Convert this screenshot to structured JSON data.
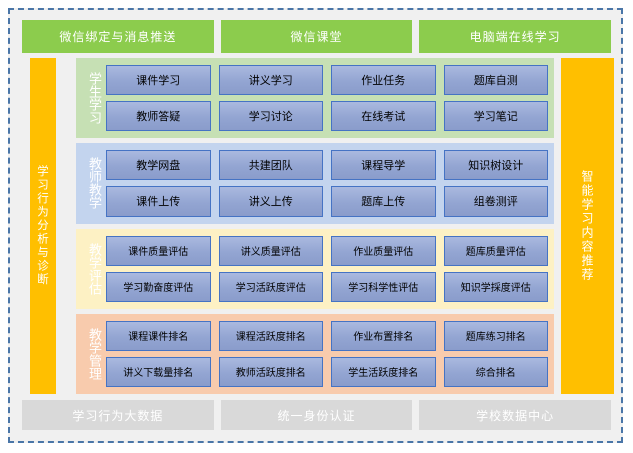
{
  "frame": {
    "border_color": "#4a76a8",
    "background": "#f0f0f0"
  },
  "top_bars": {
    "color": "#8ccc4d",
    "items": [
      {
        "label": "微信绑定与消息推送"
      },
      {
        "label": "微信课堂"
      },
      {
        "label": "电脑端在线学习"
      }
    ]
  },
  "side_columns": {
    "color": "#ffbf00",
    "left": {
      "label": "学习行为分析与诊断"
    },
    "right": {
      "label": "智能学习内容推荐"
    }
  },
  "sections": [
    {
      "key": "students",
      "label": "学生学习",
      "background": "#c6e0b4",
      "buttons": [
        "课件学习",
        "讲义学习",
        "作业任务",
        "题库自测",
        "教师答疑",
        "学习讨论",
        "在线考试",
        "学习笔记"
      ]
    },
    {
      "key": "teachers",
      "label": "教师教学",
      "background": "#c3d4ee",
      "buttons": [
        "教学网盘",
        "共建团队",
        "课程导学",
        "知识树设计",
        "课件上传",
        "讲义上传",
        "题库上传",
        "组卷测评"
      ]
    },
    {
      "key": "evaluation",
      "label": "教学评估",
      "background": "#fdf1c4",
      "buttons": [
        "课件质量评估",
        "讲义质量评估",
        "作业质量评估",
        "题库质量评估",
        "学习勤奋度评估",
        "学习活跃度评估",
        "学习科学性评估",
        "知识学採度评估"
      ]
    },
    {
      "key": "management",
      "label": "教学管理",
      "background": "#f8cbad",
      "buttons": [
        "课程课件排名",
        "课程活跃度排名",
        "作业布置排名",
        "题库练习排名",
        "讲义下载量排名",
        "教师活跃度排名",
        "学生活跃度排名",
        "综合排名"
      ]
    }
  ],
  "bottom_bars": {
    "color": "#d9d9d9",
    "items": [
      {
        "label": "学习行为大数据"
      },
      {
        "label": "统一身份认证"
      },
      {
        "label": "学校数据中心"
      }
    ]
  }
}
